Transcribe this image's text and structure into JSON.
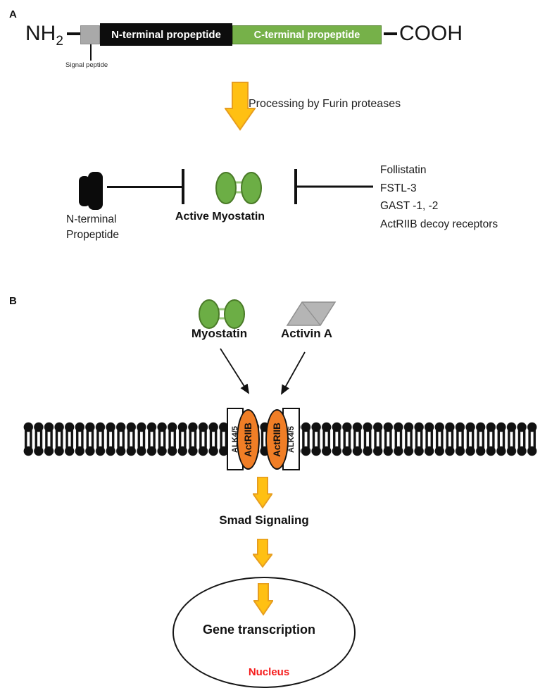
{
  "panel_a": {
    "label": "A",
    "nh": "NH",
    "nh_sub": "2",
    "cooh": "COOH",
    "segments": {
      "n_terminal": "N-terminal propeptide",
      "c_terminal": "C-terminal propeptide"
    },
    "signal_peptide": "Signal peptide",
    "processing_label": "Processing by Furin proteases",
    "n_propeptide_line1": "N-terminal",
    "n_propeptide_line2": "Propeptide",
    "active_myostatin": "Active Myostatin",
    "inhibitors": [
      "Follistatin",
      "FSTL-3",
      "GAST -1, -2",
      "ActRIIB decoy receptors"
    ]
  },
  "panel_b": {
    "label": "B",
    "myostatin": "Myostatin",
    "activin": "Activin A",
    "receptor_alk": "ALK4/5",
    "receptor_actriib": "ActRIIB",
    "smad": "Smad Signaling",
    "gene_transcription": "Gene transcription",
    "nucleus": "Nucleus"
  },
  "colors": {
    "myostatin_green": "#6CAE45",
    "myostatin_green_border": "#4A7A28",
    "segment_green": "#76B149",
    "signal_gray": "#A9A9A9",
    "activin_gray": "#B5B5B5",
    "receptor_orange": "#F07E26",
    "arrow_gold": "#FFC013",
    "arrow_gold_border": "#E79E1F",
    "nucleus_text_red": "#F51B1B",
    "ink": "#111111"
  }
}
